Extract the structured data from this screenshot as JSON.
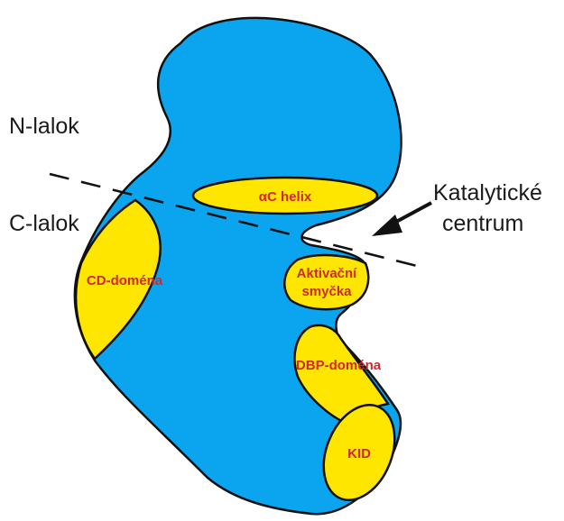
{
  "colors": {
    "body": "#0aa5ee",
    "region": "#ffe600",
    "outline": "#111111",
    "region_text": "#d0282d",
    "label_text": "#1a1a1a"
  },
  "labels": {
    "n_lobe": "N-lalok",
    "c_lobe": "C-lalok",
    "catalytic_line1": "Katalytické",
    "catalytic_line2": "centrum"
  },
  "regions": {
    "ac_helix": "αC helix",
    "cd_domain": "CD-doména",
    "activation_loop_line1": "Aktivační",
    "activation_loop_line2": "smyčka",
    "dbp_domain": "DBP-doména",
    "kid": "KID"
  }
}
